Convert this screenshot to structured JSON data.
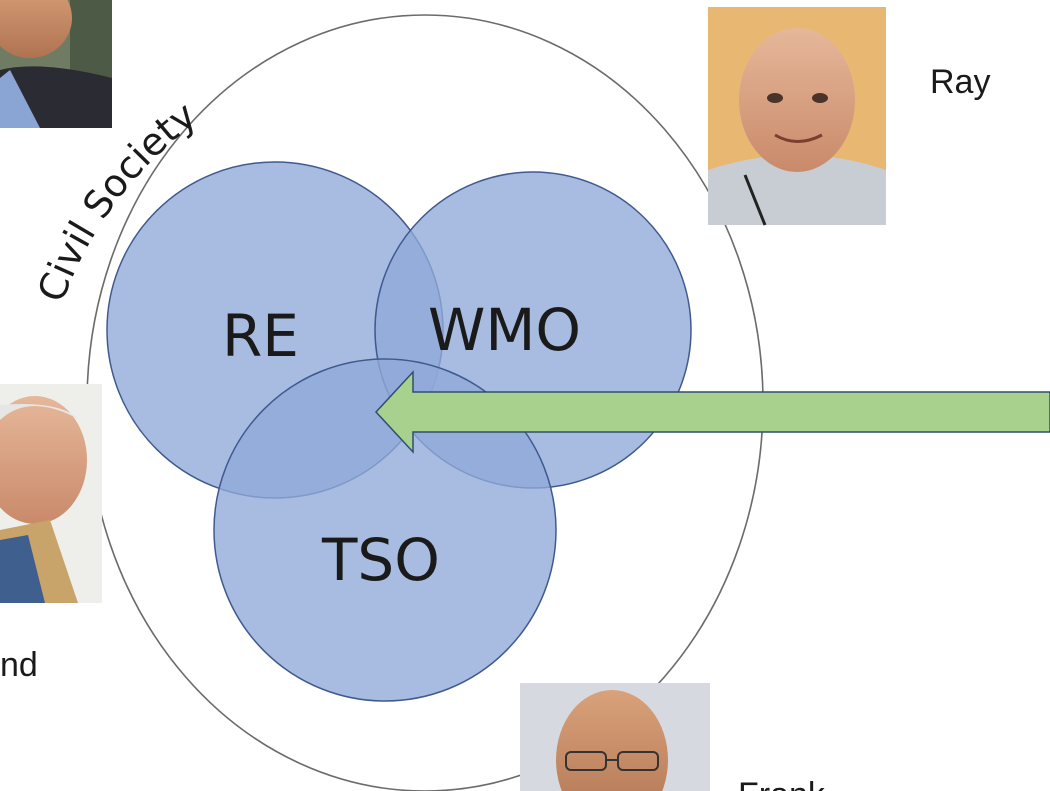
{
  "diagram": {
    "outer_label": "Civil Society",
    "circles": [
      {
        "id": "re",
        "label": "RE"
      },
      {
        "id": "wmo",
        "label": "WMO"
      },
      {
        "id": "tso",
        "label": "TSO"
      }
    ]
  },
  "people": {
    "ray": {
      "name": "Ray"
    },
    "left": {
      "name": "nd"
    },
    "frank": {
      "name": "Frank"
    }
  },
  "colors": {
    "circle_fill": "#8fa9d9",
    "circle_stroke": "#3f5a8f",
    "arrow_fill": "#a9d18e",
    "arrow_stroke": "#2f4f6f",
    "outer_ring_stroke": "#6b6b6b"
  }
}
